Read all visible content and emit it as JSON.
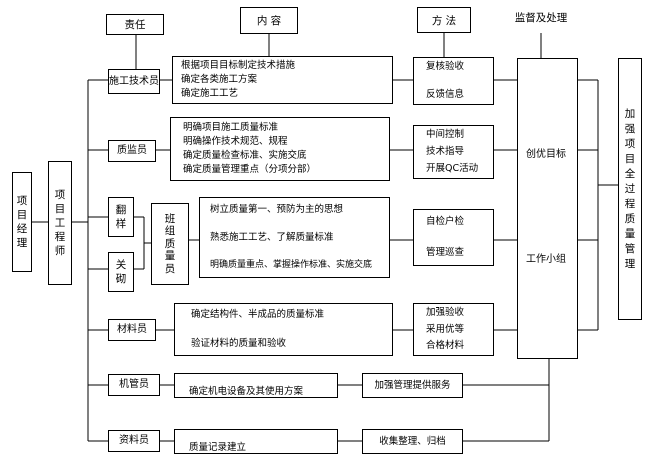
{
  "headers": {
    "responsibility": "责任",
    "content": "内  容",
    "method": "方  法",
    "supervision": "监督及处理"
  },
  "left": {
    "manager": "项目经理",
    "engineer": "项目工程师",
    "team_lead": "班组质量员",
    "flip_sample": "翻样",
    "inspection": "关砌"
  },
  "roles": [
    {
      "name": "施工技术员"
    },
    {
      "name": "质监员"
    },
    {
      "name": "材料员"
    },
    {
      "name": "机管员"
    },
    {
      "name": "资料员"
    }
  ],
  "contents": [
    [
      "根据项目目标制定技术措施",
      "确定各类施工方案",
      "确定施工工艺"
    ],
    [
      "明确项目施工质量标准",
      "明确操作技术规范、规程",
      "确定质量检查标准、实施交底",
      "确定质量管理重点（分项分部）"
    ],
    [
      "树立质量第一、预防为主的思想",
      "熟悉施工工艺、了解质量标准",
      "明确质量重点、掌握操作标准、实施交底"
    ],
    [
      "确定结构件、半成品的质量标准",
      "验证材料的质量和验收"
    ],
    [
      "确定机电设备及其使用方案"
    ],
    [
      "质量记录建立"
    ]
  ],
  "methods": [
    [
      "复核验收",
      "反馈信息"
    ],
    [
      "中间控制",
      "技术指导",
      "开展QC活动"
    ],
    [
      "自检户检",
      "管理巡查"
    ],
    [
      "加强验收",
      "采用优等",
      "合格材料"
    ],
    [
      "加强管理提供服务"
    ],
    [
      "收集整理、归档"
    ]
  ],
  "supervision": {
    "goal": "创优目标",
    "group": "工作小组"
  },
  "right_label": "加强项目全过程质量管理"
}
